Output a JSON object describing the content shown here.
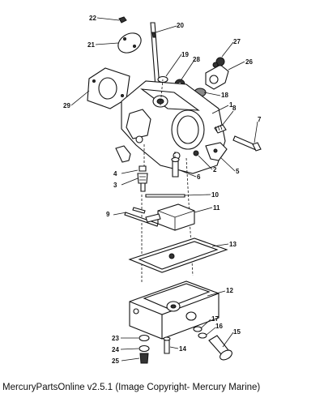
{
  "caption": "MercuryPartsOnline v2.5.1 (Image Copyright- Mercury Marine)",
  "callouts": [
    "1",
    "2",
    "3",
    "4",
    "5",
    "6",
    "7",
    "8",
    "9",
    "10",
    "11",
    "12",
    "13",
    "14",
    "15",
    "16",
    "17",
    "18",
    "19",
    "20",
    "21",
    "22",
    "23",
    "24",
    "25",
    "26",
    "27",
    "28",
    "29"
  ]
}
